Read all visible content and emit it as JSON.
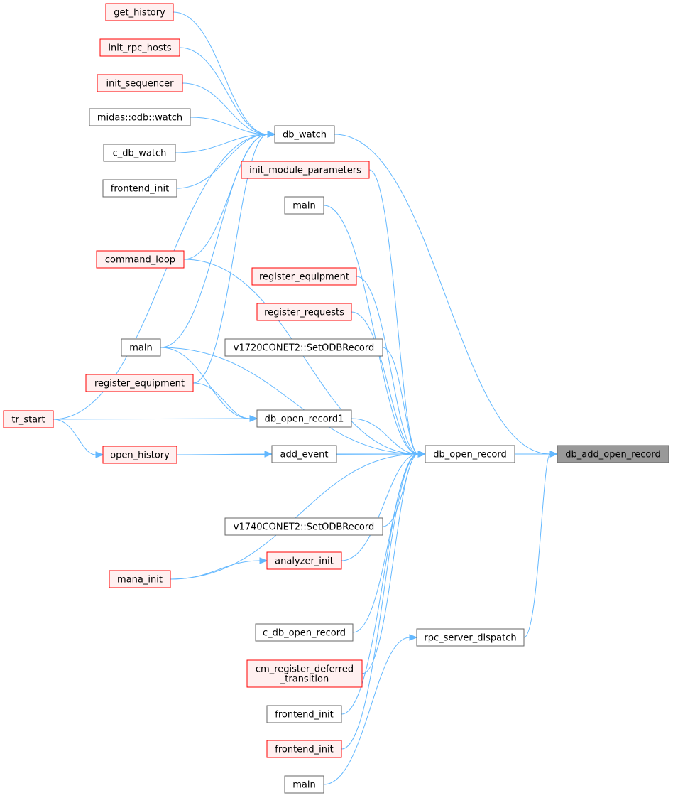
{
  "colors": {
    "edge": "#63b8ff",
    "normal_border": "#666666",
    "normal_fill": "#ffffff",
    "red_border": "#ff0000",
    "red_fill": "#fff0f0",
    "focus_border": "#666666",
    "focus_fill": "#999999"
  },
  "nodes": [
    {
      "id": "n_get_history",
      "lines": [
        "get_history"
      ],
      "style": "red"
    },
    {
      "id": "n_init_rpc_hosts",
      "lines": [
        "init_rpc_hosts"
      ],
      "style": "red"
    },
    {
      "id": "n_init_sequencer",
      "lines": [
        "init_sequencer"
      ],
      "style": "red"
    },
    {
      "id": "n_midas_watch",
      "lines": [
        "midas::odb::watch"
      ],
      "style": "normal"
    },
    {
      "id": "n_c_db_watch",
      "lines": [
        "c_db_watch"
      ],
      "style": "normal"
    },
    {
      "id": "n_frontend_init_a",
      "lines": [
        "frontend_init"
      ],
      "style": "normal"
    },
    {
      "id": "n_command_loop",
      "lines": [
        "command_loop"
      ],
      "style": "red"
    },
    {
      "id": "n_main_left",
      "lines": [
        "main"
      ],
      "style": "normal"
    },
    {
      "id": "n_register_equipment_left",
      "lines": [
        "register_equipment"
      ],
      "style": "red"
    },
    {
      "id": "n_tr_start",
      "lines": [
        "tr_start"
      ],
      "style": "red"
    },
    {
      "id": "n_open_history",
      "lines": [
        "open_history"
      ],
      "style": "red"
    },
    {
      "id": "n_mana_init",
      "lines": [
        "mana_init"
      ],
      "style": "red"
    },
    {
      "id": "n_db_watch",
      "lines": [
        "db_watch"
      ],
      "style": "normal"
    },
    {
      "id": "n_init_module_parameters",
      "lines": [
        "init_module_parameters"
      ],
      "style": "red"
    },
    {
      "id": "n_main_mid_top",
      "lines": [
        "main"
      ],
      "style": "normal"
    },
    {
      "id": "n_register_equipment_mid",
      "lines": [
        "register_equipment"
      ],
      "style": "red"
    },
    {
      "id": "n_register_requests",
      "lines": [
        "register_requests"
      ],
      "style": "red"
    },
    {
      "id": "n_v1720",
      "lines": [
        "v1720CONET2::SetODBRecord"
      ],
      "style": "normal"
    },
    {
      "id": "n_db_open_record1",
      "lines": [
        "db_open_record1"
      ],
      "style": "normal"
    },
    {
      "id": "n_add_event",
      "lines": [
        "add_event"
      ],
      "style": "normal"
    },
    {
      "id": "n_v1740",
      "lines": [
        "v1740CONET2::SetODBRecord"
      ],
      "style": "normal"
    },
    {
      "id": "n_analyzer_init",
      "lines": [
        "analyzer_init"
      ],
      "style": "red"
    },
    {
      "id": "n_c_db_open_record",
      "lines": [
        "c_db_open_record"
      ],
      "style": "normal"
    },
    {
      "id": "n_cm_register_deferred",
      "lines": [
        "cm_register_deferred",
        "_transition"
      ],
      "style": "red"
    },
    {
      "id": "n_frontend_init_b",
      "lines": [
        "frontend_init"
      ],
      "style": "normal"
    },
    {
      "id": "n_frontend_init_c",
      "lines": [
        "frontend_init"
      ],
      "style": "red"
    },
    {
      "id": "n_main_bottom",
      "lines": [
        "main"
      ],
      "style": "normal"
    },
    {
      "id": "n_db_open_record",
      "lines": [
        "db_open_record"
      ],
      "style": "normal"
    },
    {
      "id": "n_rpc_server_dispatch",
      "lines": [
        "rpc_server_dispatch"
      ],
      "style": "normal"
    },
    {
      "id": "n_db_add_open_record",
      "lines": [
        "db_add_open_record"
      ],
      "style": "focus"
    }
  ],
  "edges": [
    {
      "from": "n_db_watch",
      "to": "n_db_add_open_record"
    },
    {
      "from": "n_db_open_record",
      "to": "n_db_add_open_record"
    },
    {
      "from": "n_rpc_server_dispatch",
      "to": "n_db_add_open_record"
    },
    {
      "from": "n_get_history",
      "to": "n_db_watch"
    },
    {
      "from": "n_init_rpc_hosts",
      "to": "n_db_watch"
    },
    {
      "from": "n_init_sequencer",
      "to": "n_db_watch"
    },
    {
      "from": "n_midas_watch",
      "to": "n_db_watch"
    },
    {
      "from": "n_c_db_watch",
      "to": "n_db_watch"
    },
    {
      "from": "n_frontend_init_a",
      "to": "n_db_watch"
    },
    {
      "from": "n_command_loop",
      "to": "n_db_watch"
    },
    {
      "from": "n_main_left",
      "to": "n_db_watch"
    },
    {
      "from": "n_register_equipment_left",
      "to": "n_db_watch"
    },
    {
      "from": "n_tr_start",
      "to": "n_db_watch"
    },
    {
      "from": "n_init_module_parameters",
      "to": "n_db_open_record"
    },
    {
      "from": "n_main_mid_top",
      "to": "n_db_open_record"
    },
    {
      "from": "n_command_loop",
      "to": "n_db_open_record"
    },
    {
      "from": "n_register_equipment_mid",
      "to": "n_db_open_record"
    },
    {
      "from": "n_register_requests",
      "to": "n_db_open_record"
    },
    {
      "from": "n_v1720",
      "to": "n_db_open_record"
    },
    {
      "from": "n_main_left",
      "to": "n_db_open_record"
    },
    {
      "from": "n_db_open_record1",
      "to": "n_db_open_record"
    },
    {
      "from": "n_add_event",
      "to": "n_db_open_record"
    },
    {
      "from": "n_open_history",
      "to": "n_db_open_record"
    },
    {
      "from": "n_v1740",
      "to": "n_db_open_record"
    },
    {
      "from": "n_analyzer_init",
      "to": "n_db_open_record"
    },
    {
      "from": "n_mana_init",
      "to": "n_db_open_record"
    },
    {
      "from": "n_c_db_open_record",
      "to": "n_db_open_record"
    },
    {
      "from": "n_cm_register_deferred",
      "to": "n_db_open_record"
    },
    {
      "from": "n_frontend_init_b",
      "to": "n_db_open_record"
    },
    {
      "from": "n_frontend_init_c",
      "to": "n_db_open_record"
    },
    {
      "from": "n_main_left",
      "to": "n_db_open_record1"
    },
    {
      "from": "n_register_equipment_left",
      "to": "n_db_open_record1"
    },
    {
      "from": "n_tr_start",
      "to": "n_db_open_record1"
    },
    {
      "from": "n_open_history",
      "to": "n_add_event"
    },
    {
      "from": "n_tr_start",
      "to": "n_open_history"
    },
    {
      "from": "n_mana_init",
      "to": "n_analyzer_init"
    },
    {
      "from": "n_main_bottom",
      "to": "n_rpc_server_dispatch"
    }
  ]
}
